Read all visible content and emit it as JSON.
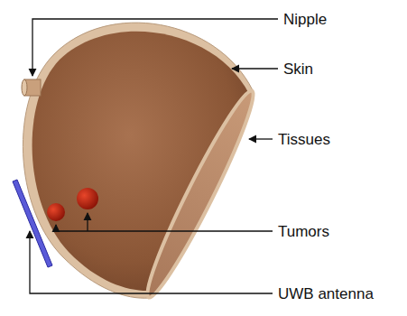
{
  "diagram": {
    "labels": [
      "Nipple",
      "Skin",
      "Tissues",
      "Tumors",
      "UWB antenna"
    ]
  }
}
